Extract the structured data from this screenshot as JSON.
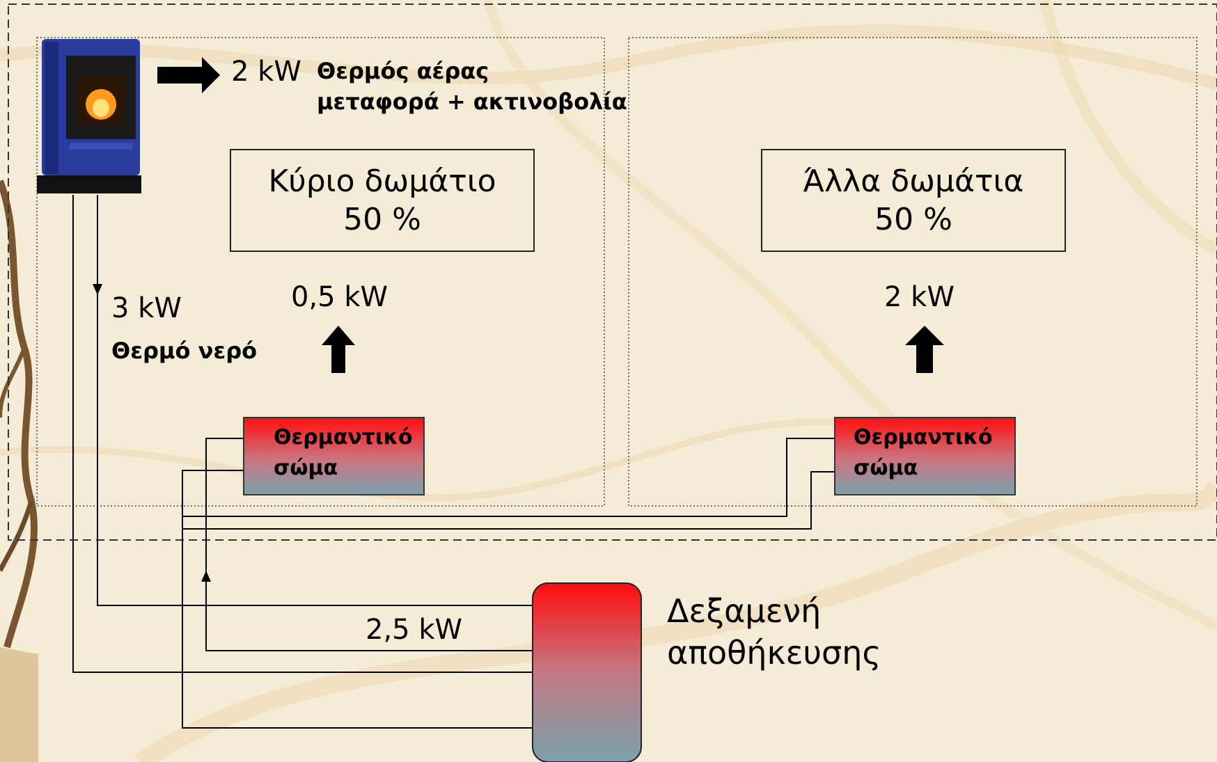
{
  "stove": {
    "air_power": "2 kW",
    "air_label_line1": "Θερμός αέρας",
    "air_label_line2": "μεταφορά + ακτινοβολία",
    "water_power": "3 kW",
    "water_label": "Θερμό νερό"
  },
  "rooms": {
    "main": {
      "name": "Κύριο δωμάτιο",
      "share": "50 %",
      "power": "0,5 kW",
      "radiator_line1": "Θερμαντικό",
      "radiator_line2": "σώμα"
    },
    "other": {
      "name": "Άλλα δωμάτια",
      "share": "50 %",
      "power": "2 kW",
      "radiator_line1": "Θερμαντικό",
      "radiator_line2": "σώμα"
    }
  },
  "tank": {
    "label_line1": "Δεξαμενή",
    "label_line2": "αποθήκευσης",
    "power": "2,5 kW"
  },
  "colors": {
    "background": "#f3ead3",
    "hot": "#ff1010",
    "cold": "#7ba1ac",
    "stove_body": "#2c3fa0"
  }
}
